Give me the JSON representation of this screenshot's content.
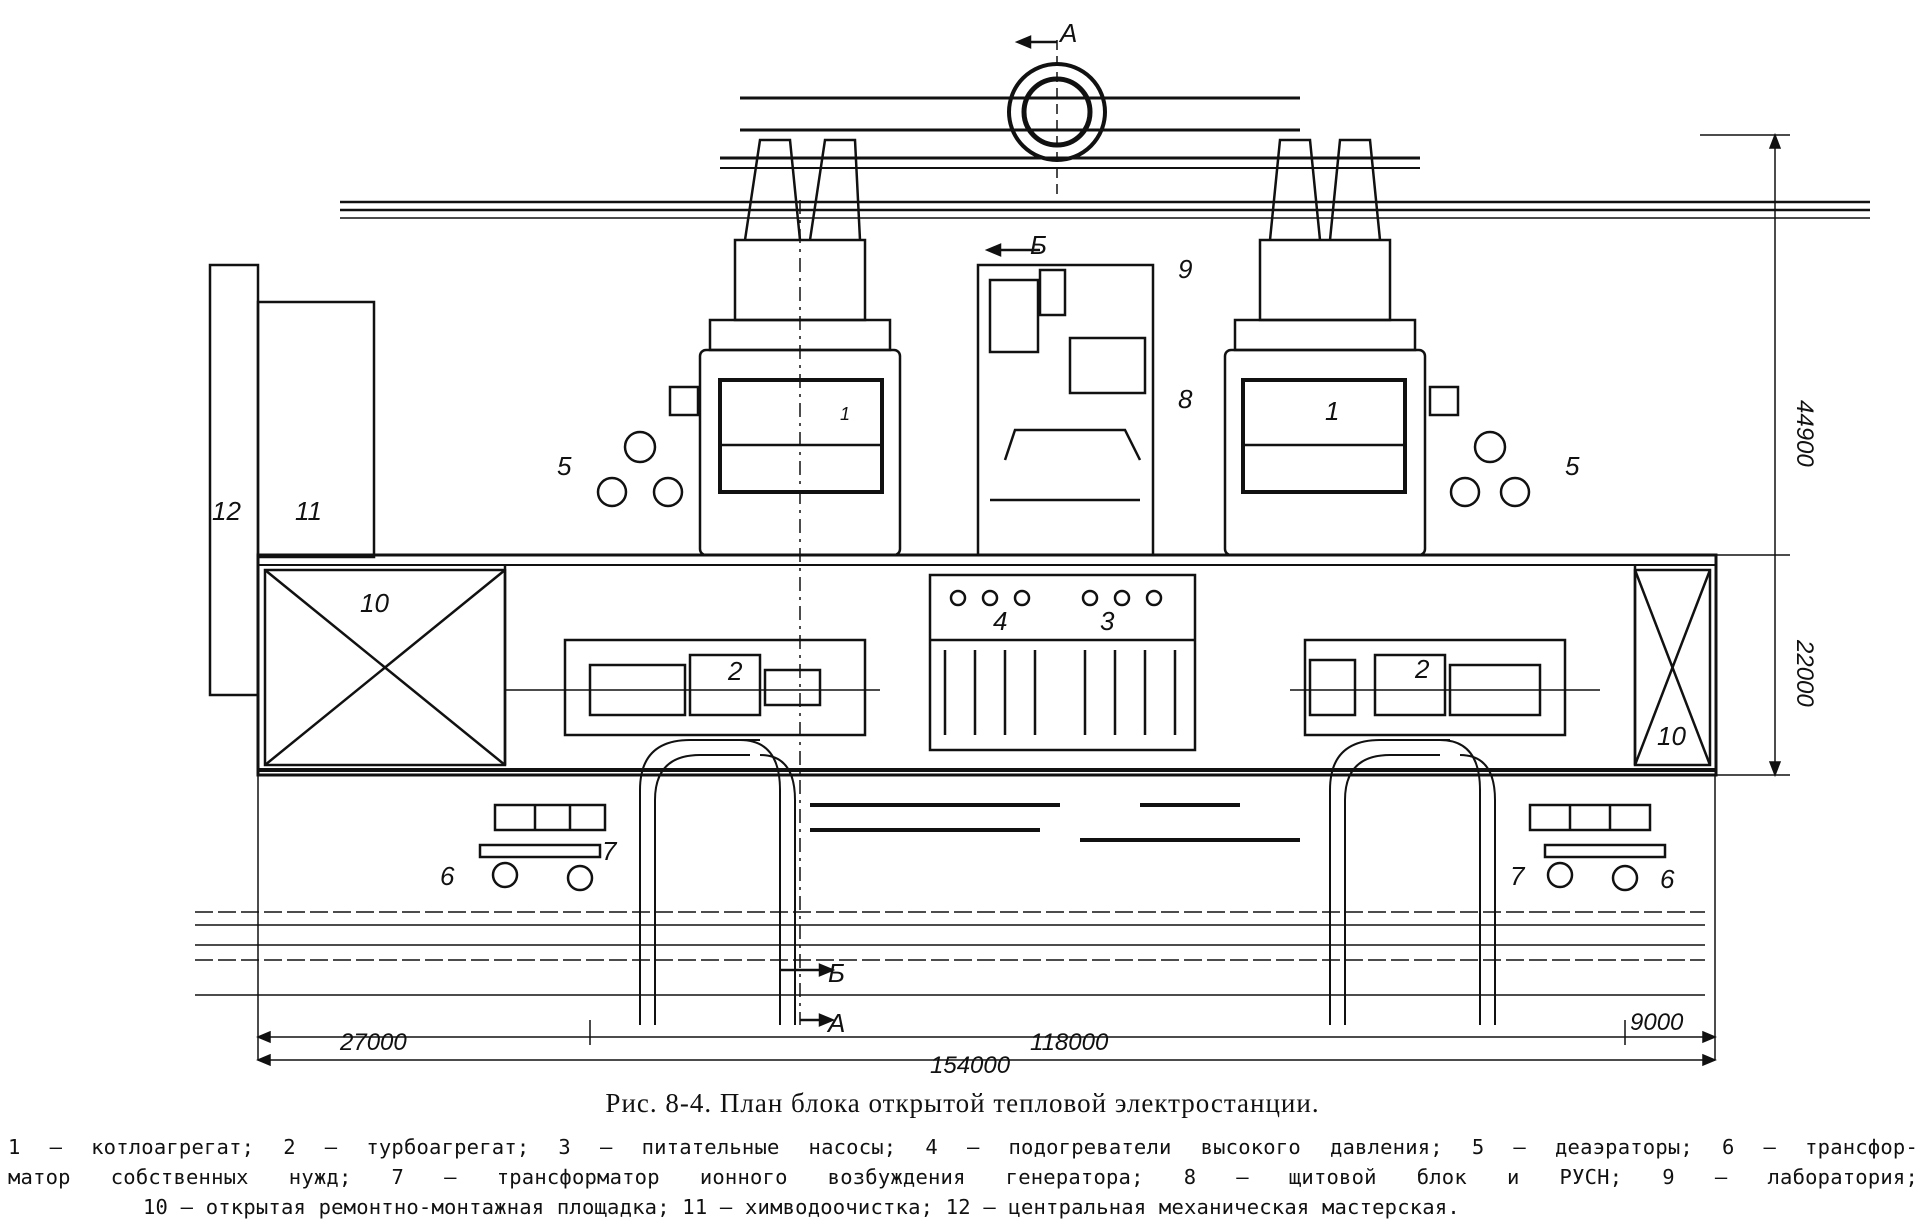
{
  "labels": {
    "section_a_top": "A",
    "section_a_bottom": "A",
    "section_b_top": "Б",
    "section_b_bottom": "Б",
    "boiler_left": "1",
    "boiler_right": "1",
    "turbine_left": "2",
    "turbine_right": "2",
    "pumps": "3",
    "heaters": "4",
    "deaerator_left": "5",
    "deaerator_right": "5",
    "transformer_aux_left": "6",
    "transformer_aux_right": "6",
    "transformer_exc_left": "7",
    "transformer_exc_right": "7",
    "control_block": "8",
    "laboratory": "9",
    "repair_area_left": "10",
    "repair_area_right": "10",
    "water_treatment": "11",
    "workshop": "12"
  },
  "dimensions": {
    "height_total": "44900",
    "height_turbine_hall": "22000",
    "width_left": "27000",
    "width_middle": "118000",
    "width_right": "9000",
    "width_total": "154000"
  },
  "caption": "Рис. 8-4. План блока открытой тепловой электростанции.",
  "legend": {
    "line1": "1 — котлоагрегат; 2 — турбоагрегат; 3 — питательные насосы; 4 — подогреватели высокого давления; 5 — деаэраторы; 6 — трансфор-",
    "line2": "матор собственных нужд; 7 — трансформатор ионного возбуждения генератора; 8 — щитовой блок и РУСН; 9 — лаборатория;",
    "line3": "10 — открытая ремонтно-монтажная площадка; 11 — химводоочистка; 12 — центральная механическая мастерская."
  }
}
